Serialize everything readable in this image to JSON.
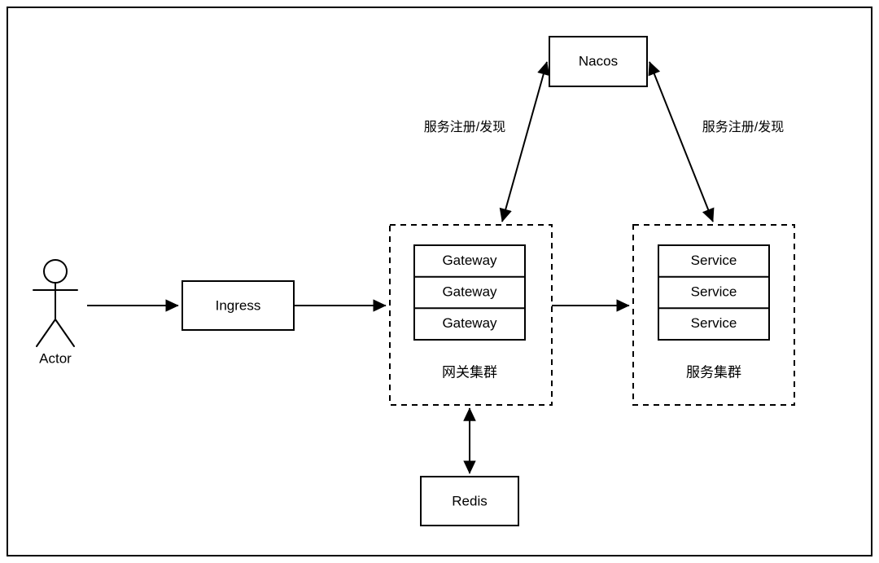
{
  "diagram": {
    "title": "Microservice Architecture Diagram",
    "background_color": "#ffffff",
    "line_color": "#000000",
    "border": {
      "name": "page-border",
      "visible": true
    },
    "actor": {
      "label": "Actor",
      "icon": "actor-stick-figure"
    },
    "nodes": {
      "ingress": {
        "label": "Ingress"
      },
      "nacos": {
        "label": "Nacos"
      },
      "redis": {
        "label": "Redis"
      }
    },
    "clusters": {
      "gateway": {
        "label": "网关集群",
        "members": [
          "Gateway",
          "Gateway",
          "Gateway"
        ]
      },
      "service": {
        "label": "服务集群",
        "members": [
          "Service",
          "Service",
          "Service"
        ]
      }
    },
    "edges": [
      {
        "name": "actor-to-ingress",
        "from": "Actor",
        "to": "Ingress",
        "label": "",
        "arrow": "single"
      },
      {
        "name": "ingress-to-gateway-cluster",
        "from": "Ingress",
        "to": "网关集群",
        "label": "",
        "arrow": "single"
      },
      {
        "name": "gateway-cluster-to-service-cluster",
        "from": "网关集群",
        "to": "服务集群",
        "label": "",
        "arrow": "single"
      },
      {
        "name": "gateway-cluster-to-nacos",
        "from": "网关集群",
        "to": "Nacos",
        "label": "服务注册/发现",
        "arrow": "double"
      },
      {
        "name": "service-cluster-to-nacos",
        "from": "服务集群",
        "to": "Nacos",
        "label": "服务注册/发现",
        "arrow": "double"
      },
      {
        "name": "gateway-cluster-to-redis",
        "from": "网关集群",
        "to": "Redis",
        "label": "",
        "arrow": "double"
      }
    ],
    "edge_labels": {
      "nacos_left": "服务注册/发现",
      "nacos_right": "服务注册/发现"
    }
  }
}
